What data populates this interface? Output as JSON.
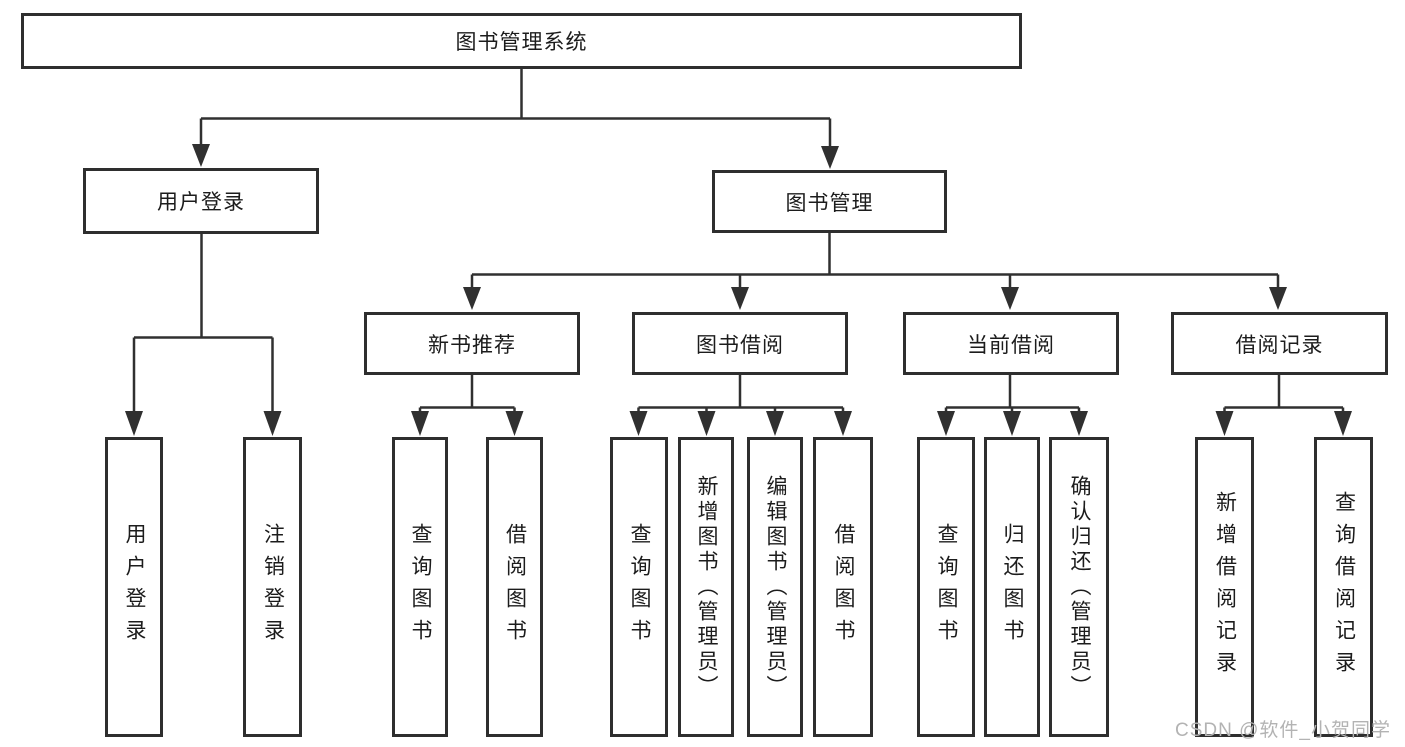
{
  "diagram": {
    "root_label": "图书管理系统",
    "branches": [
      {
        "label": "用户登录",
        "children": [
          {
            "label": "用户登录"
          },
          {
            "label": "注销登录"
          }
        ]
      },
      {
        "label": "图书管理",
        "sections": [
          {
            "label": "新书推荐",
            "children": [
              {
                "label": "查询图书"
              },
              {
                "label": "借阅图书"
              }
            ]
          },
          {
            "label": "图书借阅",
            "children": [
              {
                "label": "查询图书"
              },
              {
                "label": "新增图书（管理员）"
              },
              {
                "label": "编辑图书（管理员）"
              },
              {
                "label": "借阅图书"
              }
            ]
          },
          {
            "label": "当前借阅",
            "children": [
              {
                "label": "查询图书"
              },
              {
                "label": "归还图书"
              },
              {
                "label": "确认归还（管理员）"
              }
            ]
          },
          {
            "label": "借阅记录",
            "children": [
              {
                "label": "新增借阅记录"
              },
              {
                "label": "查询借阅记录"
              }
            ]
          }
        ]
      }
    ]
  },
  "watermark": {
    "text": "CSDN @软件_小贺同学"
  },
  "colors": {
    "line": "#303030",
    "box_border": "#2e2e2e",
    "text": "#1c1c1c",
    "watermark": "#b3b3b3",
    "background": "#ffffff"
  }
}
